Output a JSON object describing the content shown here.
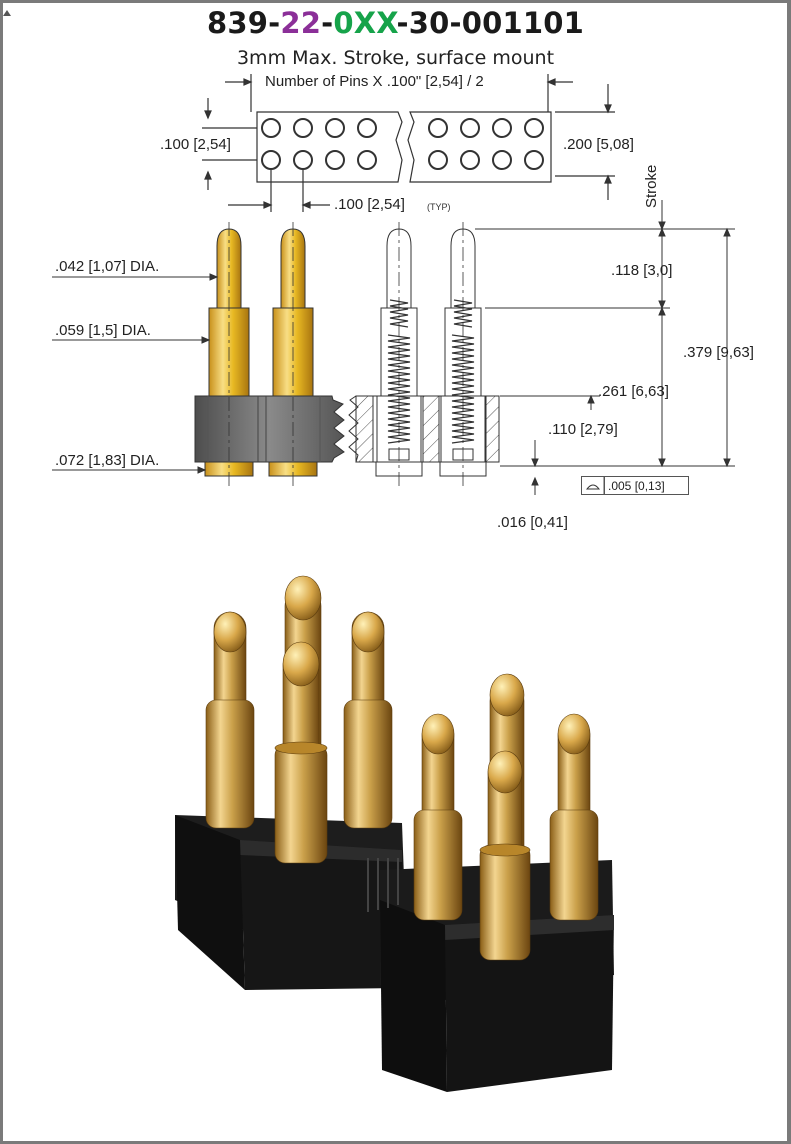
{
  "title": {
    "parts": [
      {
        "text": "839-",
        "color": "#1a1a1a"
      },
      {
        "text": "22",
        "color": "#8b2f98"
      },
      {
        "text": "-",
        "color": "#1a1a1a"
      },
      {
        "text": "0XX",
        "color": "#16a34a"
      },
      {
        "text": "-30-001101",
        "color": "#1a1a1a"
      }
    ]
  },
  "subtitle": "3mm Max. Stroke, surface mount",
  "dimensions": {
    "pins_formula": "Number of Pins X .100\" [2,54] / 2",
    "row_pitch": ".100 [2,54]",
    "row_span": ".200 [5,08]",
    "pin_pitch": ".100 [2,54]",
    "typ": "(TYP)",
    "stroke": "Stroke",
    "tip_dia": ".042 [1,07] DIA.",
    "plunger_dia": ".059 [1,5] DIA.",
    "body_dia": ".072 [1,83] DIA.",
    "stroke_len": ".118 [3,0]",
    "overall_len": ".379 [9,63]",
    "compressed_len": ".261 [6,63]",
    "insulator_h": ".110 [2,79]",
    "tail_len": ".016 [0,41]",
    "flatness_tol": ".005 [0,13]"
  },
  "colors": {
    "gold": "#e8b923",
    "gold_light": "#f6d97a",
    "insulator_gray": "#7d7d7d",
    "insulator_dark": "#5c5c5c",
    "black_plastic": "#1d1d1d"
  }
}
